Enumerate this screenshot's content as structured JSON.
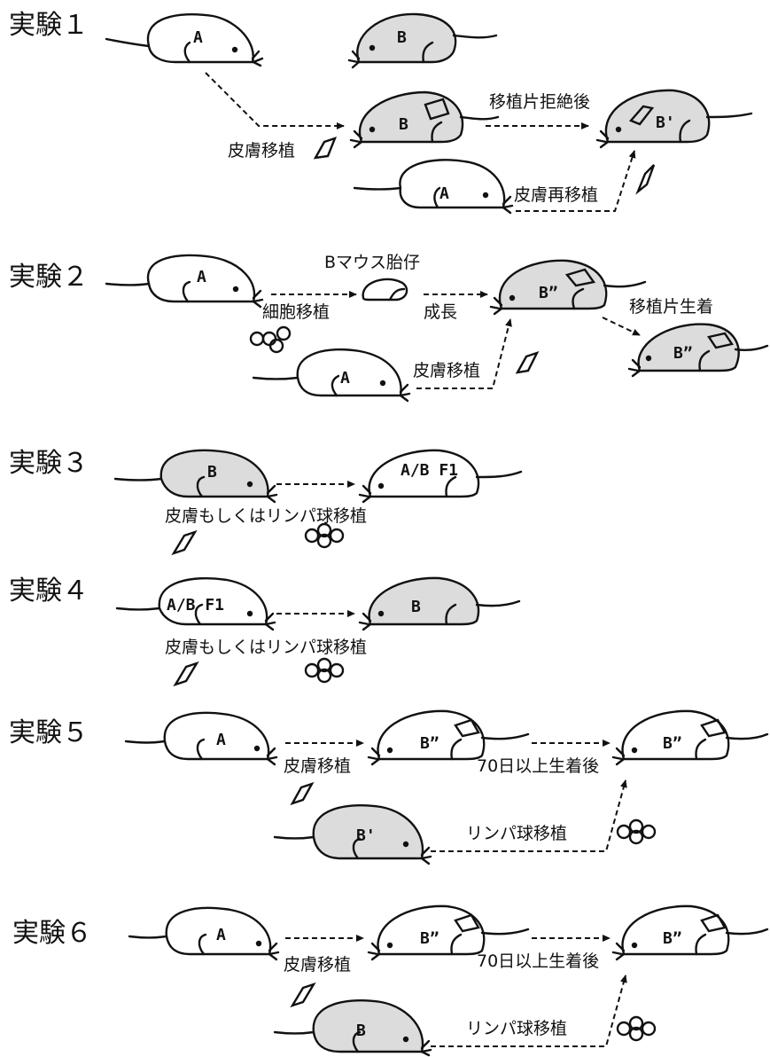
{
  "experiments": [
    {
      "title": "実験１",
      "labels": {
        "skin_graft": "皮膚移植",
        "after_reject": "移植片拒絶後",
        "regraft": "皮膚再移植"
      },
      "mice": {
        "donor": "A",
        "recipient": "B",
        "recipient2": "B",
        "after": "B'",
        "regraft_donor": "A"
      }
    },
    {
      "title": "実験２",
      "labels": {
        "embryo": "Bマウス胎仔",
        "cell_graft": "細胞移植",
        "growth": "成長",
        "skin_graft": "皮膚移植",
        "graft_take": "移植片生着"
      },
      "mice": {
        "donor": "A",
        "adult": "B”",
        "adult2": "B”",
        "skin_donor": "A"
      }
    },
    {
      "title": "実験３",
      "labels": {
        "graft": "皮膚もしくはリンパ球移植"
      },
      "mice": {
        "donor": "B",
        "recipient": "A/B F1"
      }
    },
    {
      "title": "実験４",
      "labels": {
        "graft": "皮膚もしくはリンパ球移植"
      },
      "mice": {
        "donor": "A/B F1",
        "recipient": "B"
      }
    },
    {
      "title": "実験５",
      "labels": {
        "skin_graft": "皮膚移植",
        "after70": "70日以上生着後",
        "lymph": "リンパ球移植"
      },
      "mice": {
        "donor": "A",
        "recipient": "B”",
        "after": "B”",
        "lymph_donor": "B'"
      }
    },
    {
      "title": "実験６",
      "labels": {
        "skin_graft": "皮膚移植",
        "after70": "70日以上生着後",
        "lymph": "リンパ球移植"
      },
      "mice": {
        "donor": "A",
        "recipient": "B”",
        "after": "B”",
        "lymph_donor": "B"
      }
    }
  ]
}
